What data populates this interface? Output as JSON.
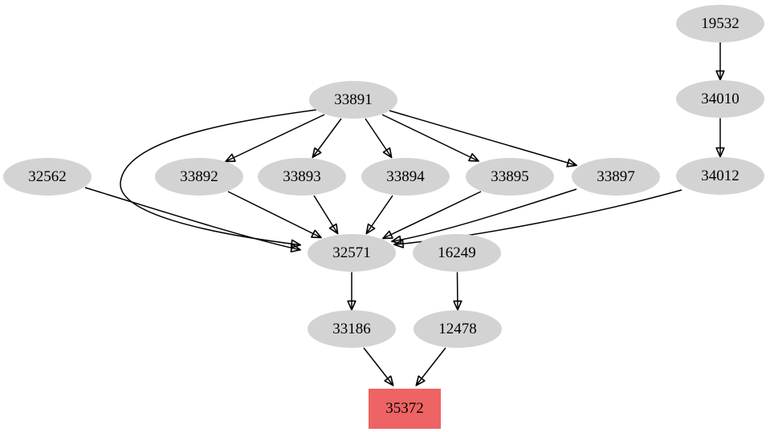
{
  "graph": {
    "title": "dependency-graph",
    "nodes": [
      {
        "id": "19532",
        "label": "19532",
        "shape": "ellipse"
      },
      {
        "id": "34010",
        "label": "34010",
        "shape": "ellipse"
      },
      {
        "id": "34012",
        "label": "34012",
        "shape": "ellipse"
      },
      {
        "id": "33891",
        "label": "33891",
        "shape": "ellipse"
      },
      {
        "id": "32562",
        "label": "32562",
        "shape": "ellipse"
      },
      {
        "id": "33892",
        "label": "33892",
        "shape": "ellipse"
      },
      {
        "id": "33893",
        "label": "33893",
        "shape": "ellipse"
      },
      {
        "id": "33894",
        "label": "33894",
        "shape": "ellipse"
      },
      {
        "id": "33895",
        "label": "33895",
        "shape": "ellipse"
      },
      {
        "id": "33897",
        "label": "33897",
        "shape": "ellipse"
      },
      {
        "id": "32571",
        "label": "32571",
        "shape": "ellipse"
      },
      {
        "id": "16249",
        "label": "16249",
        "shape": "ellipse"
      },
      {
        "id": "33186",
        "label": "33186",
        "shape": "ellipse"
      },
      {
        "id": "12478",
        "label": "12478",
        "shape": "ellipse"
      },
      {
        "id": "35372",
        "label": "35372",
        "shape": "box"
      }
    ],
    "edges": [
      {
        "from": "19532",
        "to": "34010"
      },
      {
        "from": "34010",
        "to": "34012"
      },
      {
        "from": "33891",
        "to": "33892"
      },
      {
        "from": "33891",
        "to": "33893"
      },
      {
        "from": "33891",
        "to": "33894"
      },
      {
        "from": "33891",
        "to": "33895"
      },
      {
        "from": "33891",
        "to": "33897"
      },
      {
        "from": "33891",
        "to": "32571"
      },
      {
        "from": "32562",
        "to": "32571"
      },
      {
        "from": "33892",
        "to": "32571"
      },
      {
        "from": "33893",
        "to": "32571"
      },
      {
        "from": "33894",
        "to": "32571"
      },
      {
        "from": "33895",
        "to": "32571"
      },
      {
        "from": "33897",
        "to": "32571"
      },
      {
        "from": "34012",
        "to": "32571"
      },
      {
        "from": "32571",
        "to": "33186"
      },
      {
        "from": "16249",
        "to": "12478"
      },
      {
        "from": "33186",
        "to": "35372"
      },
      {
        "from": "12478",
        "to": "35372"
      }
    ],
    "colors": {
      "node_fill": "#d3d3d3",
      "highlight_fill": "#ee6363",
      "edge": "#000000",
      "text": "#000000",
      "background": "#ffffff"
    }
  }
}
